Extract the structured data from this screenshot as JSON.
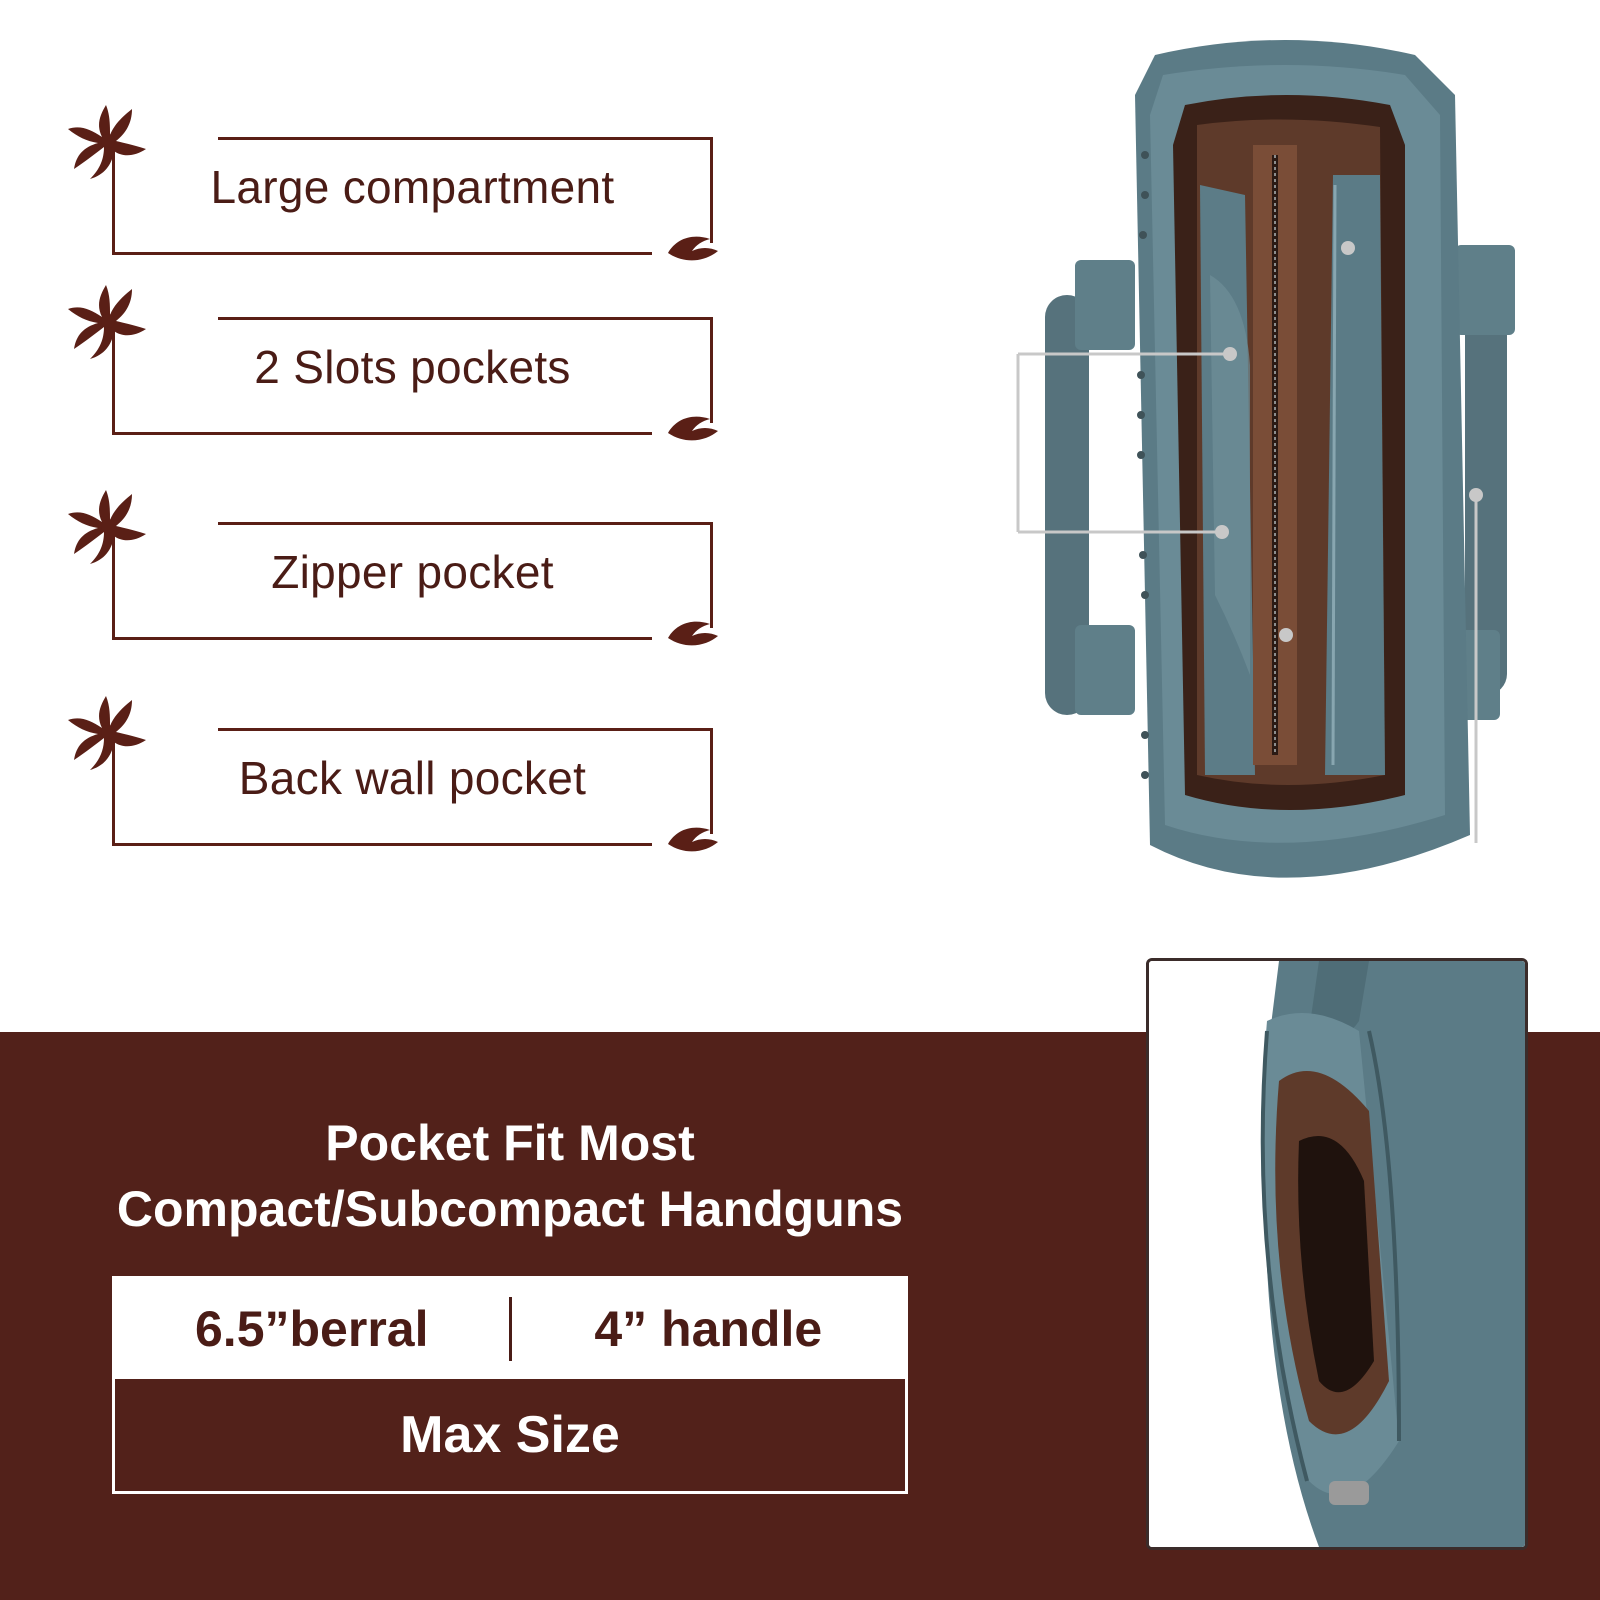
{
  "features": [
    {
      "label": "Large compartment"
    },
    {
      "label": "2 Slots pockets"
    },
    {
      "label": "Zipper pocket"
    },
    {
      "label": "Back wall pocket"
    }
  ],
  "handgun": {
    "heading_line1": "Pocket Fit Most",
    "heading_line2": "Compact/Subcompact Handguns",
    "barrel": "6.5”berral",
    "handle": "4” handle",
    "max_label": "Max Size"
  },
  "colors": {
    "brand_brown": "#52211a",
    "text_brown": "#4a1c16",
    "bag_teal": "#5b7b86",
    "lining_brown": "#5e3a2a"
  },
  "icons": [
    "flower-ornament-icon",
    "leaf-ornament-icon"
  ]
}
